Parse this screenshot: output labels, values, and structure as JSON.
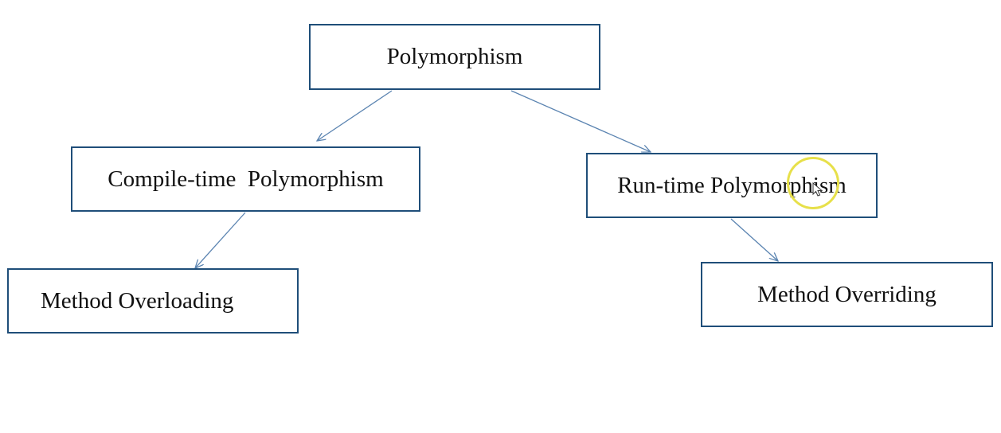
{
  "diagram": {
    "nodes": {
      "root": "Polymorphism",
      "compile_time": "Compile-time  Polymorphism",
      "run_time": "Run-time Polymorphism",
      "method_overloading": "Method Overloading",
      "method_overriding": "Method Overriding"
    },
    "edges": [
      {
        "from": "root",
        "to": "compile_time"
      },
      {
        "from": "root",
        "to": "run_time"
      },
      {
        "from": "compile_time",
        "to": "method_overloading"
      },
      {
        "from": "run_time",
        "to": "method_overriding"
      }
    ],
    "colors": {
      "box_border": "#1f4e79",
      "edge": "#5b84b1",
      "cursor_highlight": "#e7e04a"
    }
  }
}
